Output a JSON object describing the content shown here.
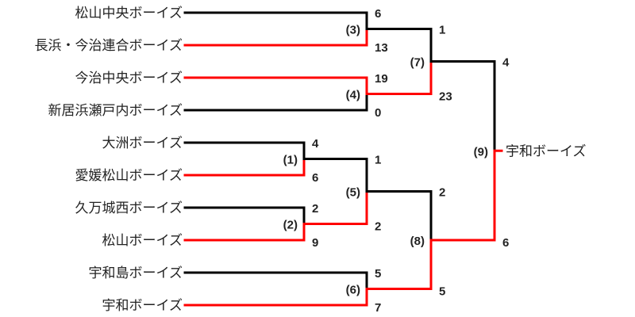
{
  "colors": {
    "winner": "#ff0000",
    "loser": "#000000"
  },
  "teams": [
    "松山中央ボーイズ",
    "長浜・今治連合ボーイズ",
    "今治中央ボーイズ",
    "新居浜瀬戸内ボーイズ",
    "大洲ボーイズ",
    "愛媛松山ボーイズ",
    "久万城西ボーイズ",
    "松山ボーイズ",
    "宇和島ボーイズ",
    "宇和ボーイズ"
  ],
  "matches": [
    {
      "label": "(1)",
      "top": "t4",
      "bottom": "t5",
      "top_score": "4",
      "bottom_score": "6",
      "winner": "bottom"
    },
    {
      "label": "(2)",
      "top": "t6",
      "bottom": "t7",
      "top_score": "2",
      "bottom_score": "9",
      "winner": "bottom"
    },
    {
      "label": "(3)",
      "top": "t0",
      "bottom": "t1",
      "top_score": "6",
      "bottom_score": "13",
      "winner": "bottom"
    },
    {
      "label": "(4)",
      "top": "t2",
      "bottom": "t3",
      "top_score": "19",
      "bottom_score": "0",
      "winner": "top"
    },
    {
      "label": "(5)",
      "top": "m0",
      "bottom": "m1",
      "top_score": "1",
      "bottom_score": "2",
      "winner": "bottom"
    },
    {
      "label": "(6)",
      "top": "t8",
      "bottom": "t9",
      "top_score": "5",
      "bottom_score": "7",
      "winner": "bottom"
    },
    {
      "label": "(7)",
      "top": "m2",
      "bottom": "m3",
      "top_score": "1",
      "bottom_score": "23",
      "winner": "bottom"
    },
    {
      "label": "(8)",
      "top": "m4",
      "bottom": "m5",
      "top_score": "2",
      "bottom_score": "5",
      "winner": "bottom"
    },
    {
      "label": "(9)",
      "top": "m6",
      "bottom": "m7",
      "top_score": "4",
      "bottom_score": "6",
      "winner": "bottom"
    }
  ],
  "champion": "宇和ボーイズ"
}
